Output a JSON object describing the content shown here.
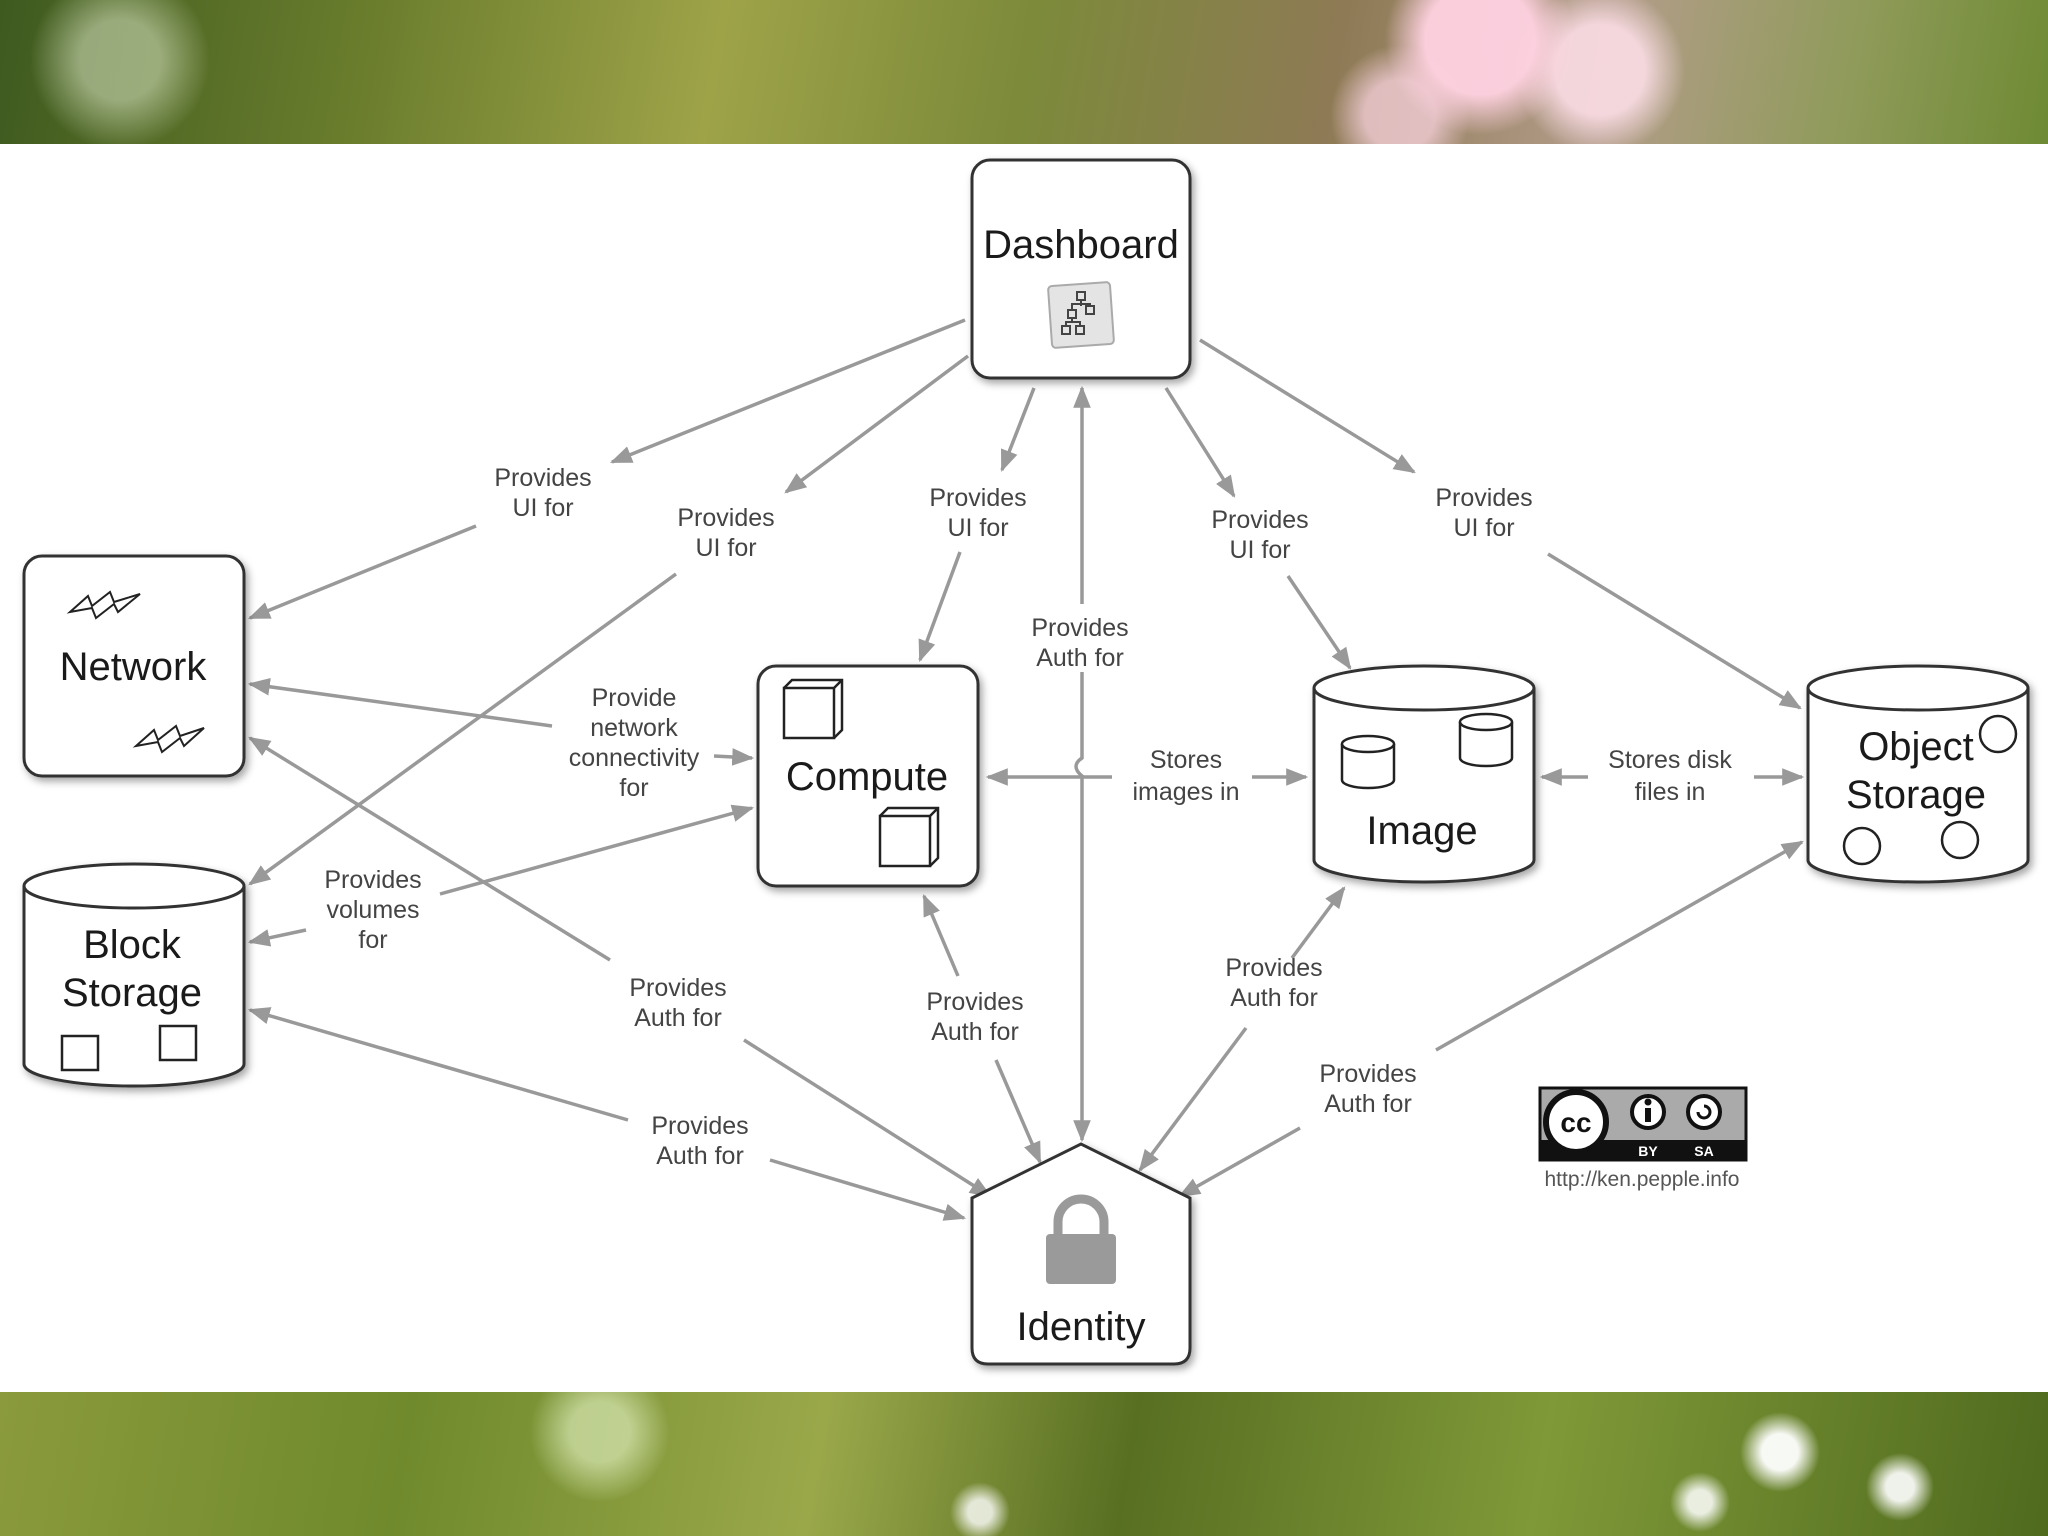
{
  "nodes": {
    "dashboard": "Dashboard",
    "network": "Network",
    "compute": "Compute",
    "image": "Image",
    "object_storage": [
      "Object",
      "Storage"
    ],
    "block_storage": [
      "Block",
      "Storage"
    ],
    "identity": "Identity"
  },
  "edge_labels": {
    "ui_network": [
      "Provides",
      "UI for"
    ],
    "ui_block": [
      "Provides",
      "UI for"
    ],
    "ui_compute": [
      "Provides",
      "UI for"
    ],
    "ui_image": [
      "Provides",
      "UI for"
    ],
    "ui_object": [
      "Provides",
      "UI for"
    ],
    "auth_dashboard": [
      "Provides",
      "Auth for"
    ],
    "network_compute": [
      "Provide",
      "network",
      "connectivity",
      "for"
    ],
    "volumes_compute": [
      "Provides",
      "volumes",
      "for"
    ],
    "stores_images": [
      "Stores",
      "images in"
    ],
    "stores_disk": [
      "Stores disk",
      "files in"
    ],
    "auth_network": [
      "Provides",
      "Auth for"
    ],
    "auth_compute": [
      "Provides",
      "Auth for"
    ],
    "auth_image": [
      "Provides",
      "Auth for"
    ],
    "auth_block": [
      "Provides",
      "Auth for"
    ],
    "auth_object": [
      "Provides",
      "Auth for"
    ]
  },
  "license": {
    "badge_text": [
      "cc",
      "BY",
      "SA"
    ],
    "url": "http://ken.pepple.info"
  },
  "colors": {
    "arrow": "#999999",
    "node_stroke": "#333333",
    "edge_text": "#444444",
    "lock_icon": "#9a9a9a"
  },
  "icons": [
    "dashboard-icon",
    "lightning-icon",
    "cube-icon",
    "cylinder-icon",
    "circle-icon",
    "square-icon",
    "lock-icon",
    "creative-commons-icon"
  ]
}
